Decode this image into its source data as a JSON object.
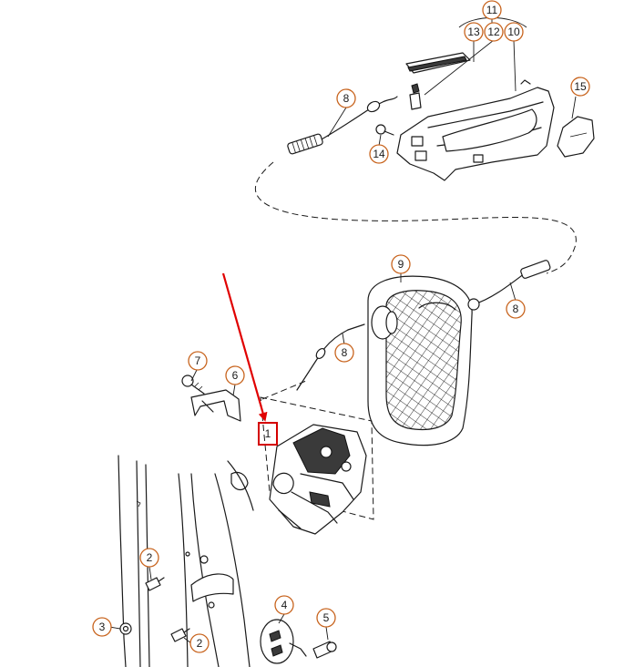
{
  "diagram": {
    "callouts": {
      "c1": "1",
      "c2a": "2",
      "c2b": "2",
      "c3": "3",
      "c4": "4",
      "c5": "5",
      "c6": "6",
      "c7": "7",
      "c8a": "8",
      "c8b": "8",
      "c8c": "8",
      "c9": "9",
      "c10": "10",
      "c11": "11",
      "c12": "12",
      "c13": "13",
      "c14": "14",
      "c15": "15"
    },
    "colors": {
      "callout_ring": "#c8641e",
      "highlight": "#d40000",
      "arrow": "#e00000",
      "line": "#1a1a1a"
    }
  }
}
